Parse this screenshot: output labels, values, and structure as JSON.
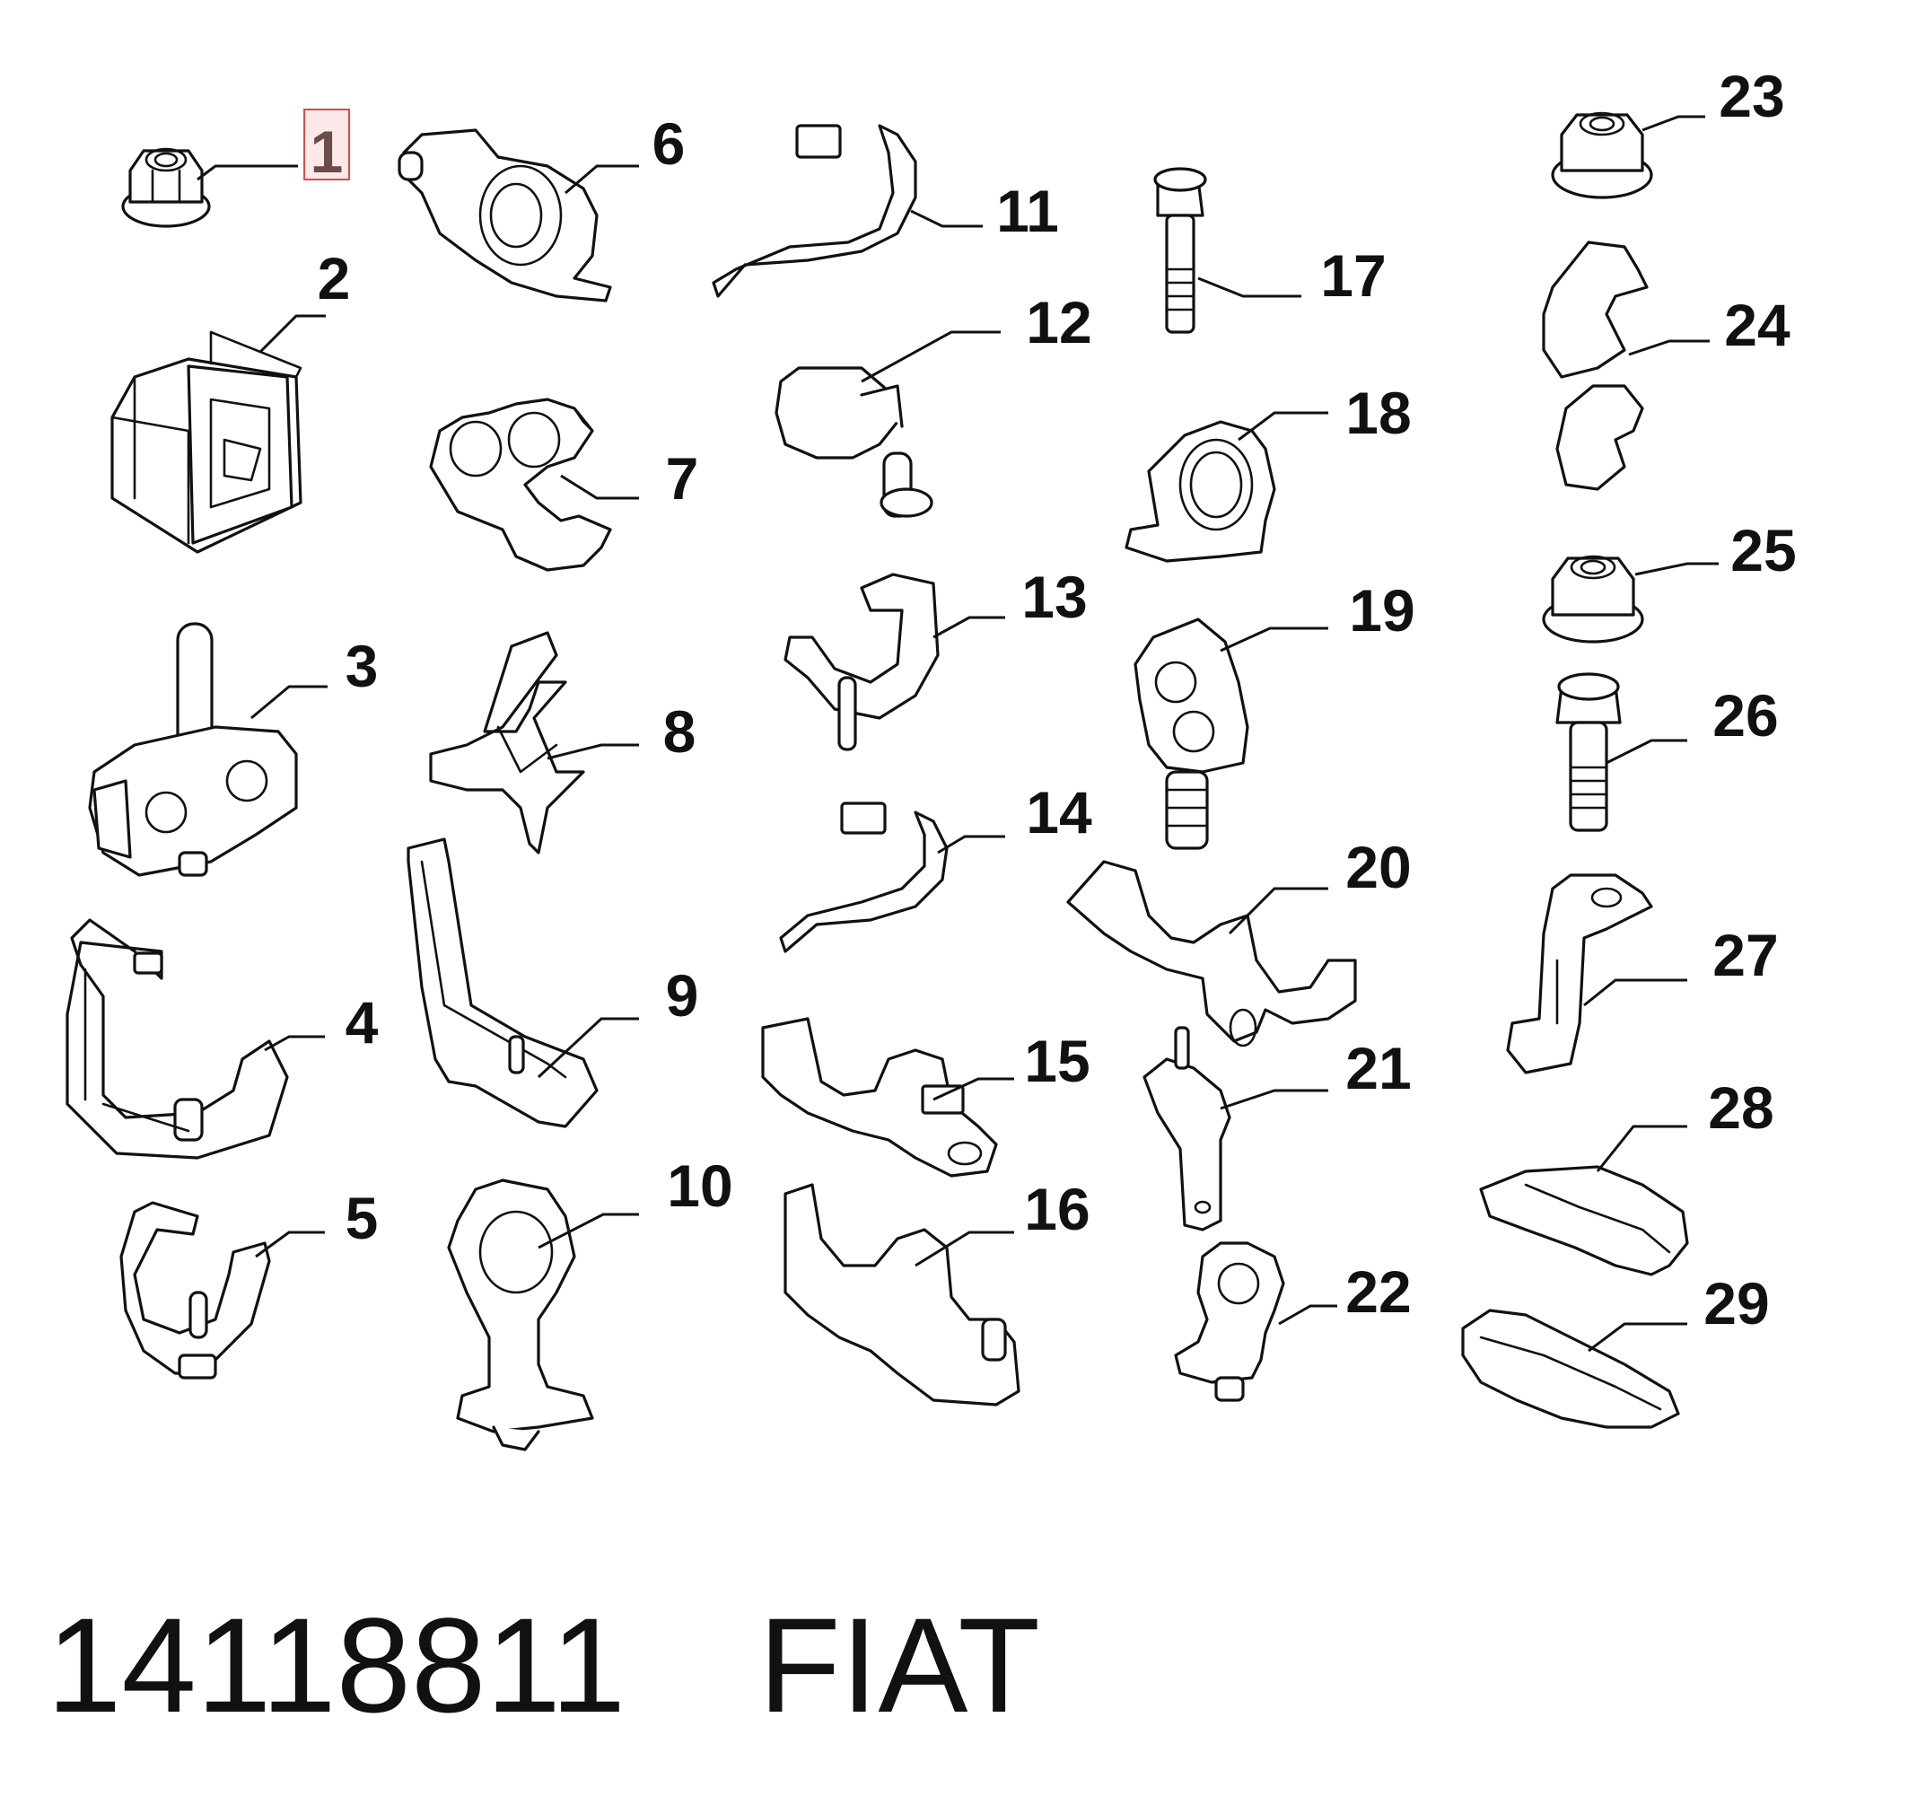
{
  "callouts": [
    "1",
    "2",
    "3",
    "4",
    "5",
    "6",
    "7",
    "8",
    "9",
    "10",
    "11",
    "12",
    "13",
    "14",
    "15",
    "16",
    "17",
    "18",
    "19",
    "20",
    "21",
    "22",
    "23",
    "24",
    "25",
    "26",
    "27",
    "28",
    "29"
  ],
  "highlighted_callout": "1",
  "caption": {
    "part_number": "14118811",
    "brand": "FIAT"
  }
}
